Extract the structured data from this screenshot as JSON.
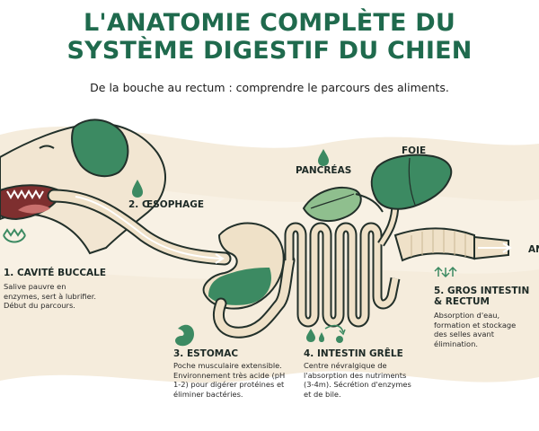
{
  "header": {
    "title_line1": "L'ANATOMIE COMPLÈTE DU",
    "title_line2": "SYSTÈME DIGESTIF DU CHIEN",
    "subtitle": "De la bouche au rectum : comprendre le parcours des aliments."
  },
  "organs": {
    "pancreas": "PANCRÉAS",
    "foie": "FOIE",
    "exit_label": "AN"
  },
  "steps": [
    {
      "title": "1. CAVITÉ BUCCALE",
      "lines": [
        "Salive pauvre en",
        "enzymes, sert à lubrifier.",
        "Début du parcours."
      ]
    },
    {
      "title": "2. ŒSOPHAGE",
      "lines": []
    },
    {
      "title": "3. ESTOMAC",
      "lines": [
        "Poche musculaire extensible.",
        "Environnement très acide (pH",
        "1-2) pour digérer protéines et",
        "éliminer bactéries."
      ]
    },
    {
      "title": "4. INTESTIN GRÊLE",
      "lines": [
        "Centre névralgique de",
        "l'absorption des nutriments",
        "(3-4m). Sécrétion d'enzymes",
        "et de bile."
      ]
    },
    {
      "title_line1": "5. GROS INTESTIN",
      "title_line2": "& RECTUM",
      "lines": [
        "Absorption d'eau,",
        "formation et stockage",
        "des selles avant",
        "élimination."
      ]
    }
  ],
  "colors": {
    "brand_green": "#1f6a4d",
    "organ_green": "#3c8a62",
    "tube_beige": "#efe1c8",
    "background_wave": "#f5ecdc"
  },
  "icons": [
    "teeth-icon",
    "droplet-icon",
    "stomach-icon",
    "droplets-icon",
    "flow-arrows-icon",
    "absorption-arrows-icon"
  ]
}
